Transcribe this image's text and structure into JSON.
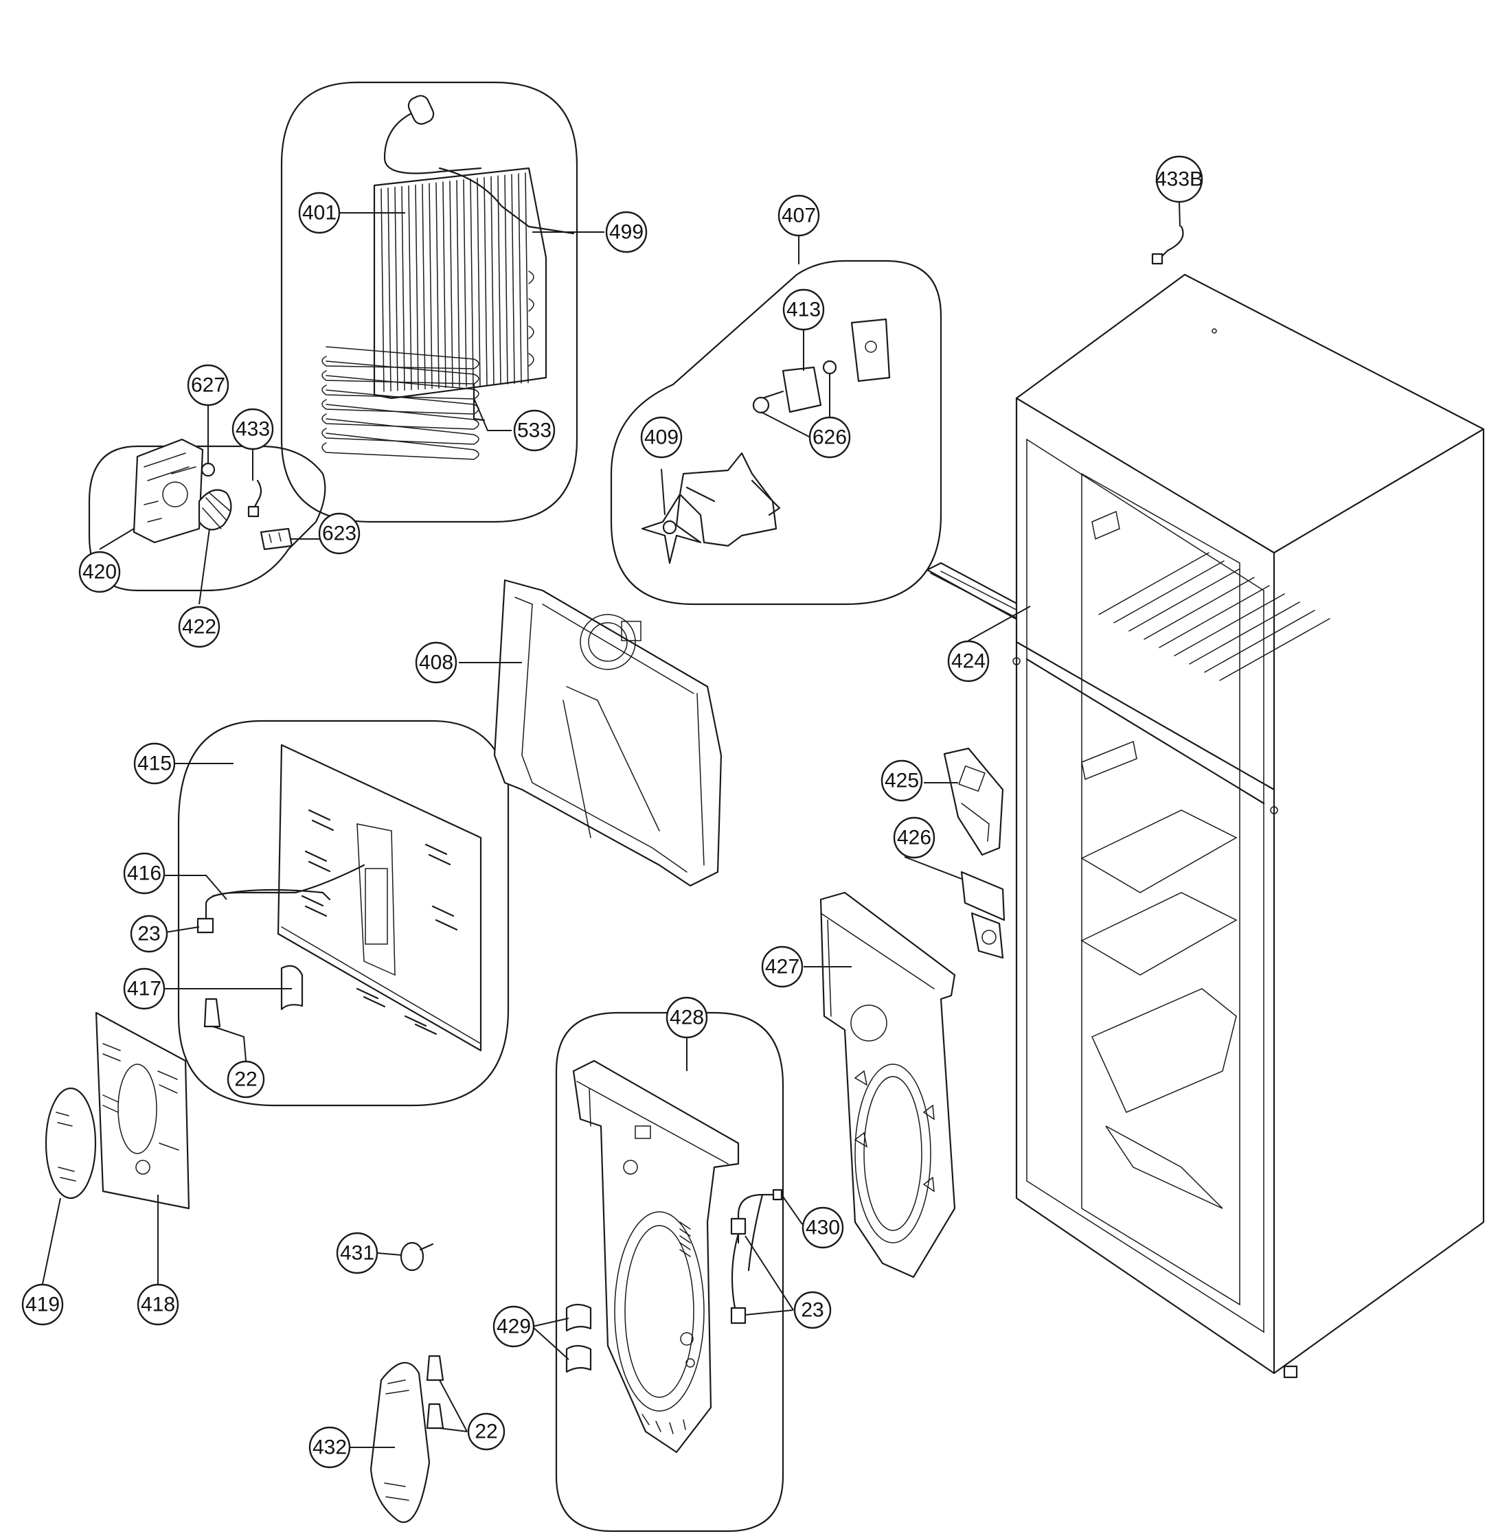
{
  "callouts": [
    {
      "id": "c401",
      "label": "401"
    },
    {
      "id": "c499",
      "label": "499"
    },
    {
      "id": "c533",
      "label": "533"
    },
    {
      "id": "c407",
      "label": "407"
    },
    {
      "id": "c413",
      "label": "413"
    },
    {
      "id": "c626",
      "label": "626"
    },
    {
      "id": "c409",
      "label": "409"
    },
    {
      "id": "c433b",
      "label": "433B"
    },
    {
      "id": "c627",
      "label": "627"
    },
    {
      "id": "c433",
      "label": "433"
    },
    {
      "id": "c623",
      "label": "623"
    },
    {
      "id": "c420",
      "label": "420"
    },
    {
      "id": "c422",
      "label": "422"
    },
    {
      "id": "c408",
      "label": "408"
    },
    {
      "id": "c424",
      "label": "424"
    },
    {
      "id": "c415",
      "label": "415"
    },
    {
      "id": "c425",
      "label": "425"
    },
    {
      "id": "c416",
      "label": "416"
    },
    {
      "id": "c426",
      "label": "426"
    },
    {
      "id": "c23a",
      "label": "23"
    },
    {
      "id": "c427",
      "label": "427"
    },
    {
      "id": "c417",
      "label": "417"
    },
    {
      "id": "c428",
      "label": "428"
    },
    {
      "id": "c22a",
      "label": "22"
    },
    {
      "id": "c430",
      "label": "430"
    },
    {
      "id": "c431",
      "label": "431"
    },
    {
      "id": "c23b",
      "label": "23"
    },
    {
      "id": "c419",
      "label": "419"
    },
    {
      "id": "c418",
      "label": "418"
    },
    {
      "id": "c429",
      "label": "429"
    },
    {
      "id": "c432",
      "label": "432"
    },
    {
      "id": "c22b",
      "label": "22"
    }
  ]
}
